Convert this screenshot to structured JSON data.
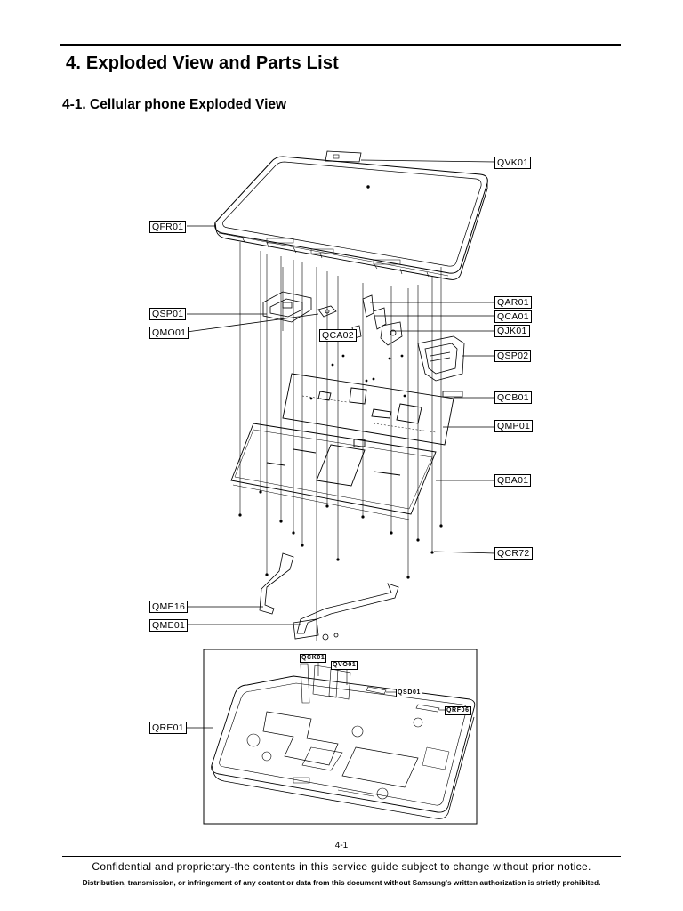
{
  "heading": "4. Exploded View and Parts List",
  "subheading": "4-1. Cellular phone Exploded View",
  "labels": {
    "qvk01": "QVK01",
    "qfr01": "QFR01",
    "qar01": "QAR01",
    "qsp01": "QSP01",
    "qca01": "QCA01",
    "qmo01": "QMO01",
    "qca02": "QCA02",
    "qjk01": "QJK01",
    "qsp02": "QSP02",
    "qcb01": "QCB01",
    "qmp01": "QMP01",
    "qba01": "QBA01",
    "qcr72": "QCR72",
    "qme16": "QME16",
    "qme01": "QME01",
    "qre01": "QRE01",
    "qck01": "QCK01",
    "qvo01": "QVO01",
    "qsd01": "QSD01",
    "qrf06": "QRF06"
  },
  "page_number": "4-1",
  "footer_line1": "Confidential and proprietary-the contents in this service guide subject to change without prior notice.",
  "footer_line2": "Distribution, transmission, or infringement of any content or data from this document without Samsung's written authorization is strictly prohibited."
}
